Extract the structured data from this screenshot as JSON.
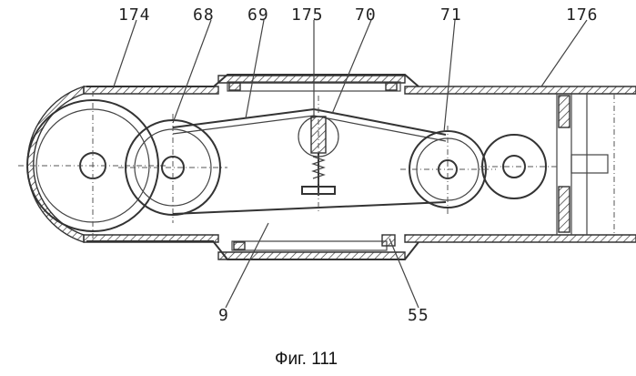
{
  "labels": {
    "l174": "174",
    "l68": "68",
    "l69": "69",
    "l175": "175",
    "l70": "70",
    "l71": "71",
    "l176": "176",
    "l9": "9",
    "l55": "55"
  },
  "caption": "Фиг. 111"
}
